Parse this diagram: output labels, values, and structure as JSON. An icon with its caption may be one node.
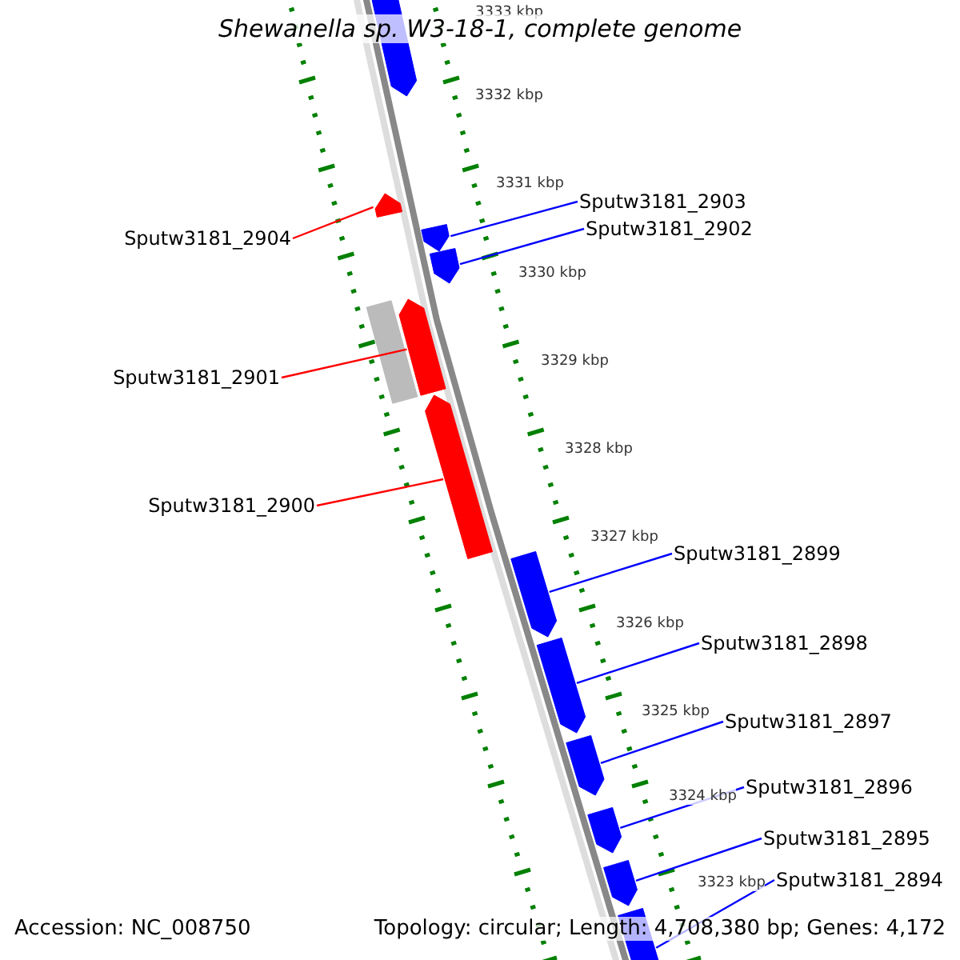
{
  "diagram": {
    "title": "Shewanella sp. W3-18-1, complete genome",
    "nodes": [
      {
        "text": [],
        "shape": "bar"
      },
      {
        "text": [
          "Sputw3181_2904"
        ]
      },
      {
        "text": [],
        "shape": "bar"
      },
      {
        "text": [
          "Sputw3181_2903"
        ]
      },
      {
        "text": [],
        "shape": "bar"
      },
      {
        "text": [
          "Sputw3181_2902"
        ]
      },
      {
        "text": [],
        "shape": "bar"
      },
      {
        "text": [],
        "shape": "bar"
      },
      {
        "text": [
          "Sputw3181_2901"
        ]
      },
      {
        "text": [],
        "shape": "bar"
      },
      {
        "text": [
          "Sputw3181_2900"
        ]
      },
      {
        "text": [],
        "shape": "bar"
      },
      {
        "text": [
          "Sputw3181_2899"
        ]
      },
      {
        "text": [],
        "shape": "bar"
      },
      {
        "text": [
          "Sputw3181_2898"
        ]
      },
      {
        "text": [],
        "shape": "bar"
      },
      {
        "text": [
          "Sputw3181_2897"
        ]
      },
      {
        "text": [],
        "shape": "bar"
      },
      {
        "text": [
          "Sputw3181_2896"
        ]
      },
      {
        "text": [],
        "shape": "bar"
      },
      {
        "text": [
          "Sputw3181_2895"
        ]
      },
      {
        "text": [],
        "shape": "bar"
      },
      {
        "text": [
          "Sputw3181_2894"
        ]
      },
      {
        "text": [],
        "shape": "bar"
      }
    ],
    "edges": [
      {
        "from": 1,
        "to": 2,
        "arrow": "none",
        "color": "#ff0000"
      },
      {
        "from": 3,
        "to": 4,
        "arrow": "none"
      },
      {
        "from": 5,
        "to": 6,
        "arrow": "none"
      },
      {
        "from": 8,
        "to": 9,
        "arrow": "none",
        "color": "#ff0000"
      },
      {
        "from": 10,
        "to": 11,
        "arrow": "none",
        "color": "#ff0000"
      },
      {
        "from": 12,
        "to": 13,
        "arrow": "none"
      },
      {
        "from": 14,
        "to": 15,
        "arrow": "none"
      },
      {
        "from": 16,
        "to": 17,
        "arrow": "none"
      },
      {
        "from": 18,
        "to": 19,
        "arrow": "none"
      },
      {
        "from": 20,
        "to": 21,
        "arrow": "none"
      },
      {
        "from": 22,
        "to": 23,
        "arrow": "none"
      }
    ],
    "labels": [
      "3333 kbp",
      "3332 kbp",
      "3331 kbp",
      "3330 kbp",
      "3329 kbp",
      "3328 kbp",
      "3327 kbp",
      "3326 kbp",
      "3325 kbp",
      "3324 kbp",
      "3323 kbp",
      "Accession: NC_008750",
      "Topology: circular; Length: 4,708,380 bp; Genes: 4,172"
    ]
  }
}
